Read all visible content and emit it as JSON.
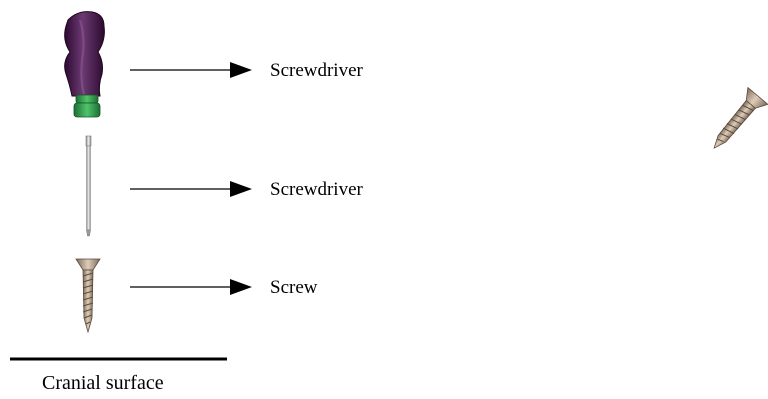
{
  "labels": {
    "handle": "Screwdriver",
    "shaft": "Screwdriver",
    "screw": "Screw"
  },
  "caption": "Cranial surface",
  "colors": {
    "handle": "#4a1a4f",
    "handle_highlight": "#7a4a80",
    "collar": "#2f9a4a",
    "shaft": "#c8c8c8",
    "screw": "#b9a590",
    "screw_dark": "#6f5f50",
    "line": "#000000"
  }
}
